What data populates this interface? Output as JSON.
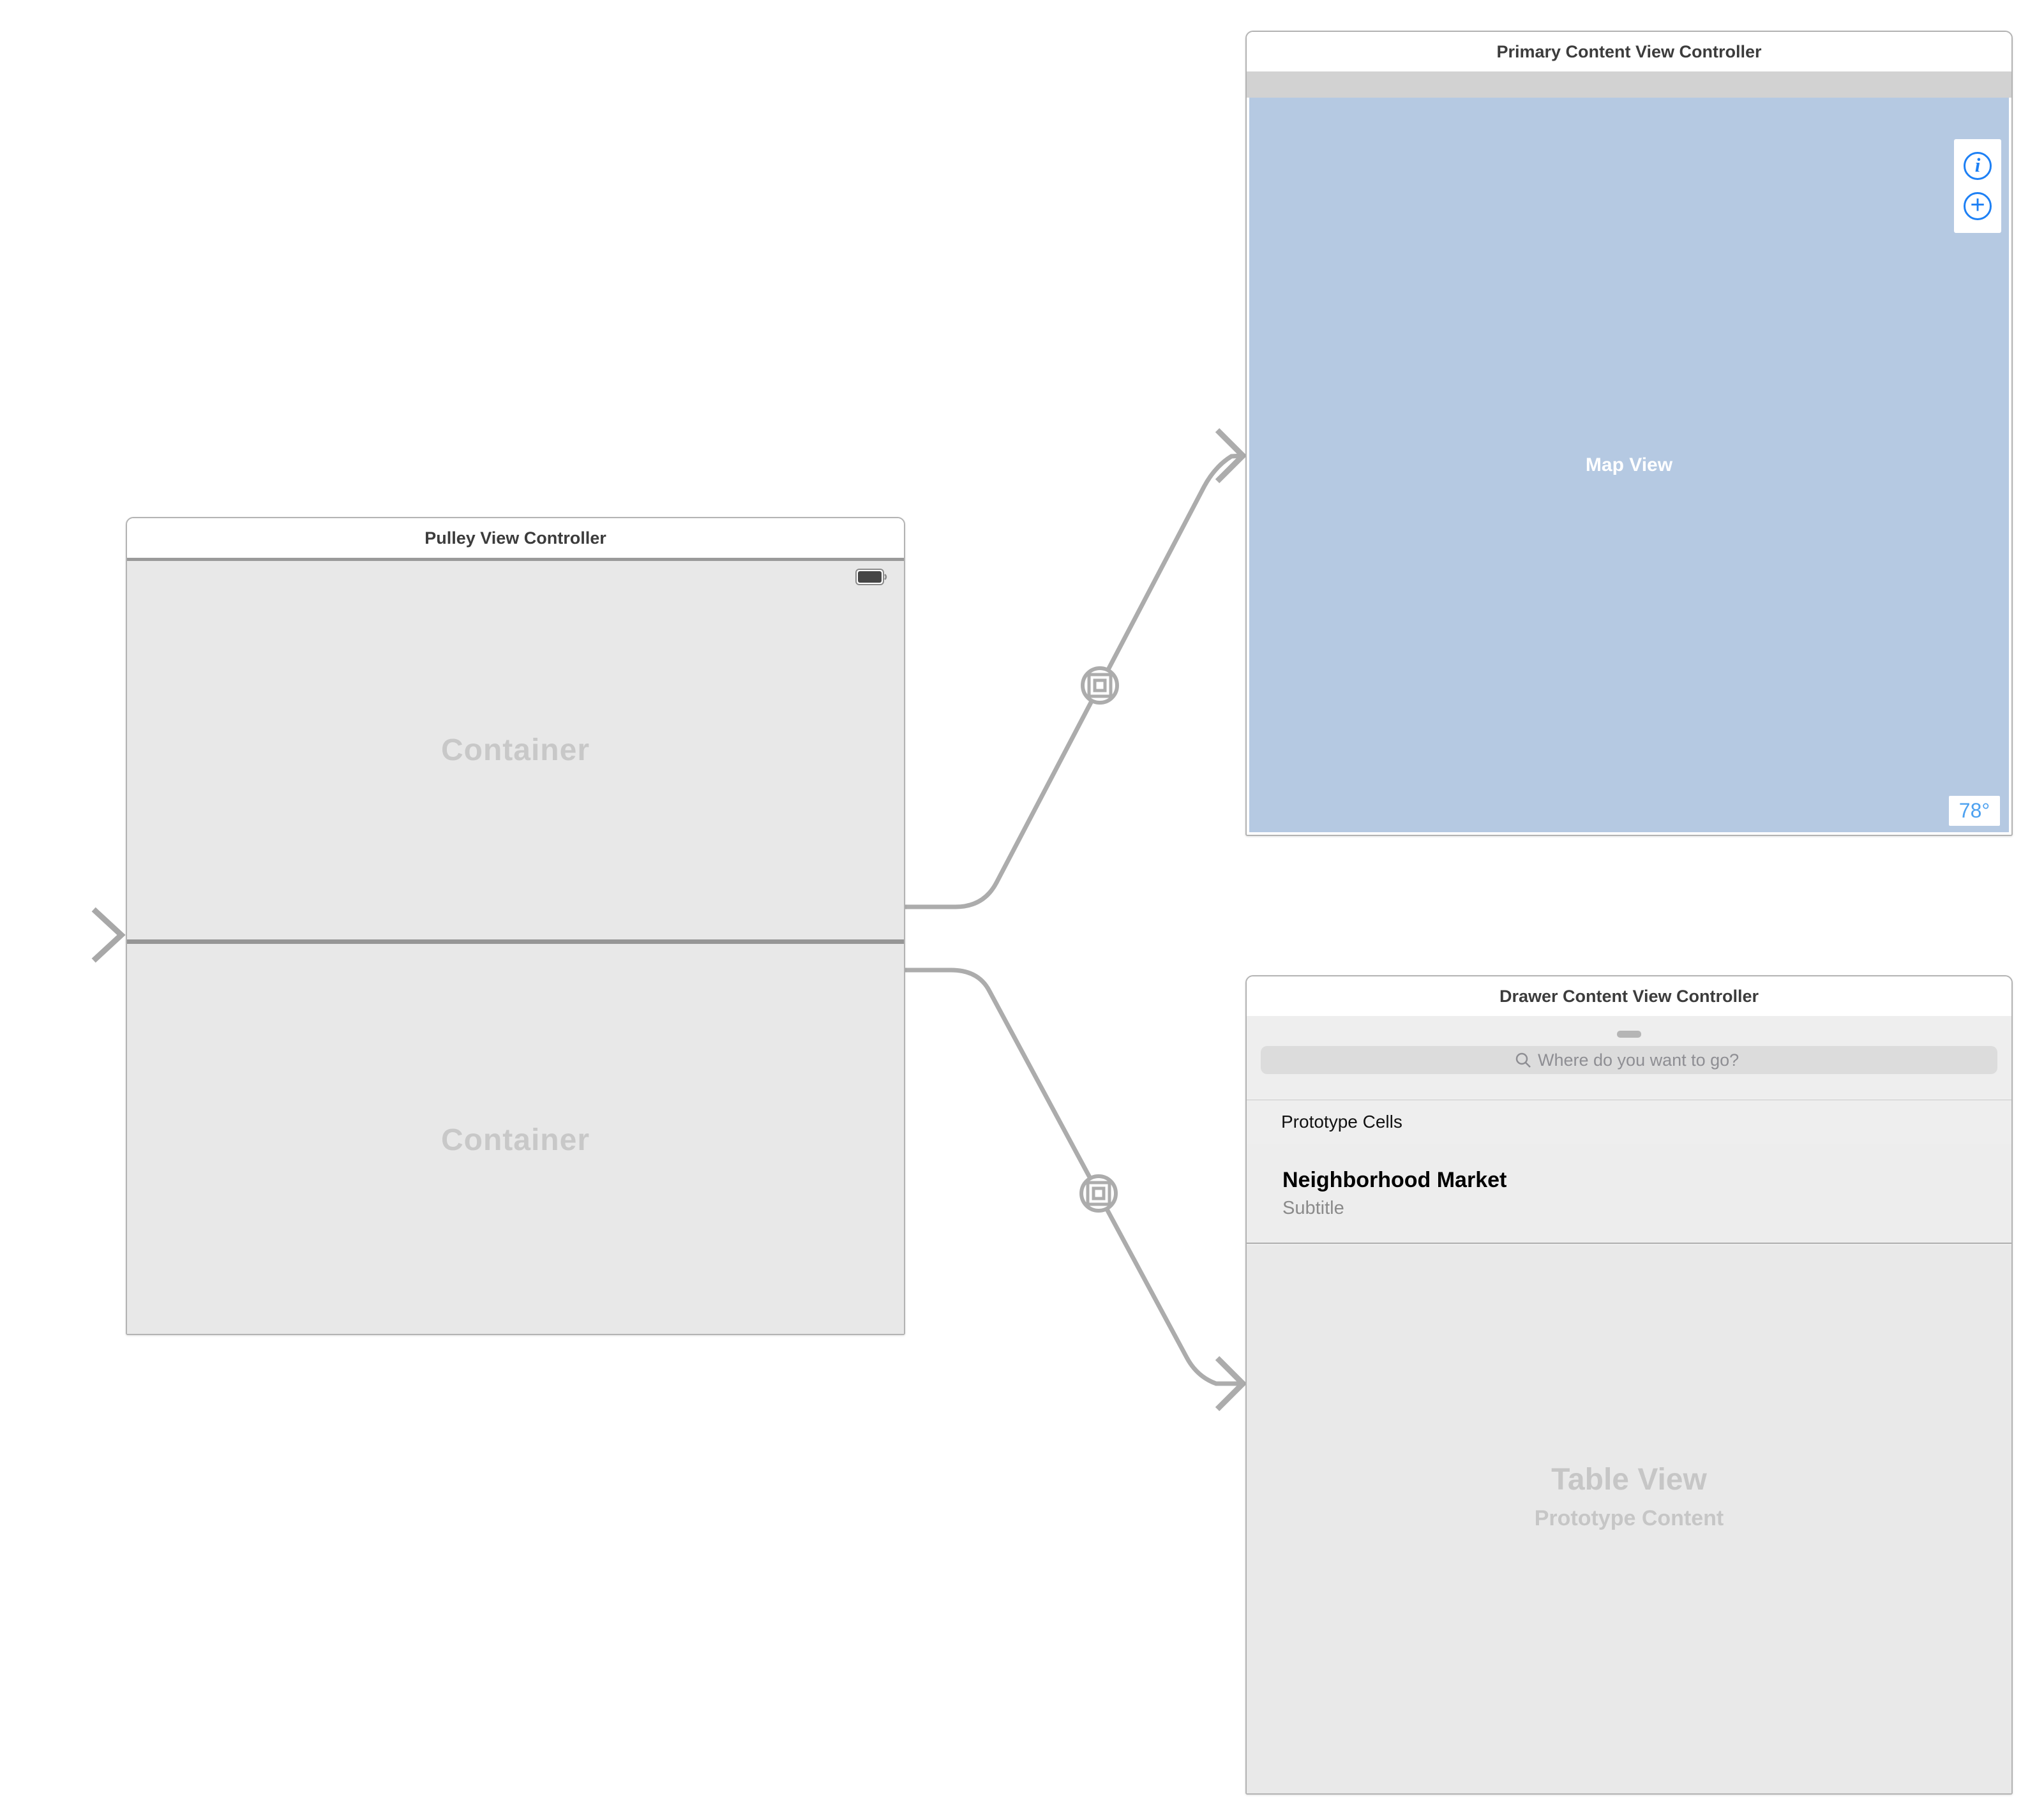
{
  "pulley": {
    "title": "Pulley View Controller",
    "containers": [
      {
        "label": "Container"
      },
      {
        "label": "Container"
      }
    ]
  },
  "primary": {
    "title": "Primary Content View Controller",
    "map_label": "Map View",
    "temperature": "78°",
    "info_glyph": "i",
    "add_glyph": "+"
  },
  "drawer": {
    "title": "Drawer Content View Controller",
    "search_placeholder": "Where do you want to go?",
    "section_header": "Prototype Cells",
    "cell_title": "Neighborhood Market",
    "cell_subtitle": "Subtitle",
    "table_label": "Table View",
    "table_sublabel": "Prototype Content"
  },
  "icons": {
    "search": "magnifier",
    "info": "circled-i",
    "add": "circled-plus",
    "battery": "battery-full",
    "embed_segue": "nested-squares-in-circle",
    "initial_arrow": "right-arrow"
  },
  "colors": {
    "map_blue": "#b5c9e2",
    "accent_blue": "#1d80f5",
    "temperature_blue": "#4da1f0",
    "content_gray": "#e8e8e8",
    "status_strip_gray": "#d2d2d2",
    "wire_gray": "#acacac"
  }
}
